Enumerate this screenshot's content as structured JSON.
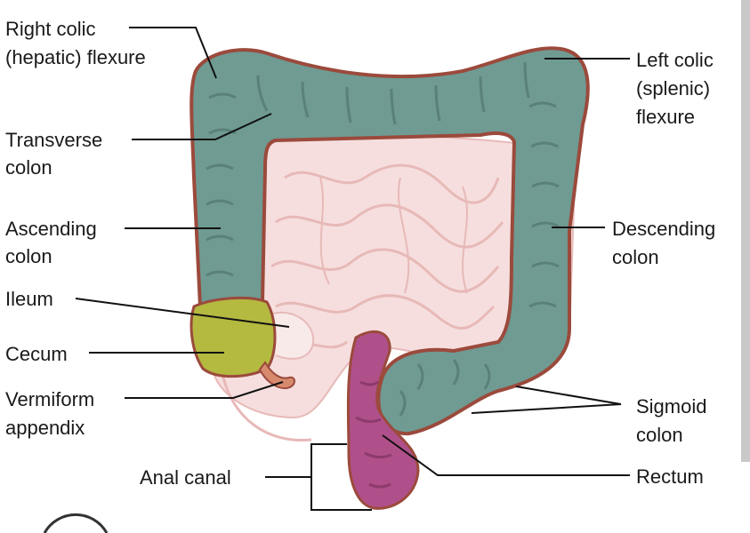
{
  "labels": {
    "right_colic_flexure": [
      "Right colic",
      "(hepatic) flexure"
    ],
    "transverse_colon": [
      "Transverse",
      "colon"
    ],
    "ascending_colon": [
      "Ascending",
      "colon"
    ],
    "ileum": "Ileum",
    "cecum": "Cecum",
    "vermiform_appendix": [
      "Vermiform",
      "appendix"
    ],
    "anal_canal": "Anal canal",
    "left_colic_flexure": [
      "Left colic",
      "(splenic)",
      "flexure"
    ],
    "descending_colon": [
      "Descending",
      "colon"
    ],
    "sigmoid_colon": [
      "Sigmoid",
      "colon"
    ],
    "rectum": "Rectum"
  },
  "colors": {
    "colon": "#6f9b93",
    "colon_outline": "#9b4a3c",
    "cecum": "#b4b940",
    "rectum": "#b0508a",
    "small_intestine": "#f6dede",
    "small_intestine_fold": "#e7b9b7",
    "appendix": "#d88a6e"
  }
}
